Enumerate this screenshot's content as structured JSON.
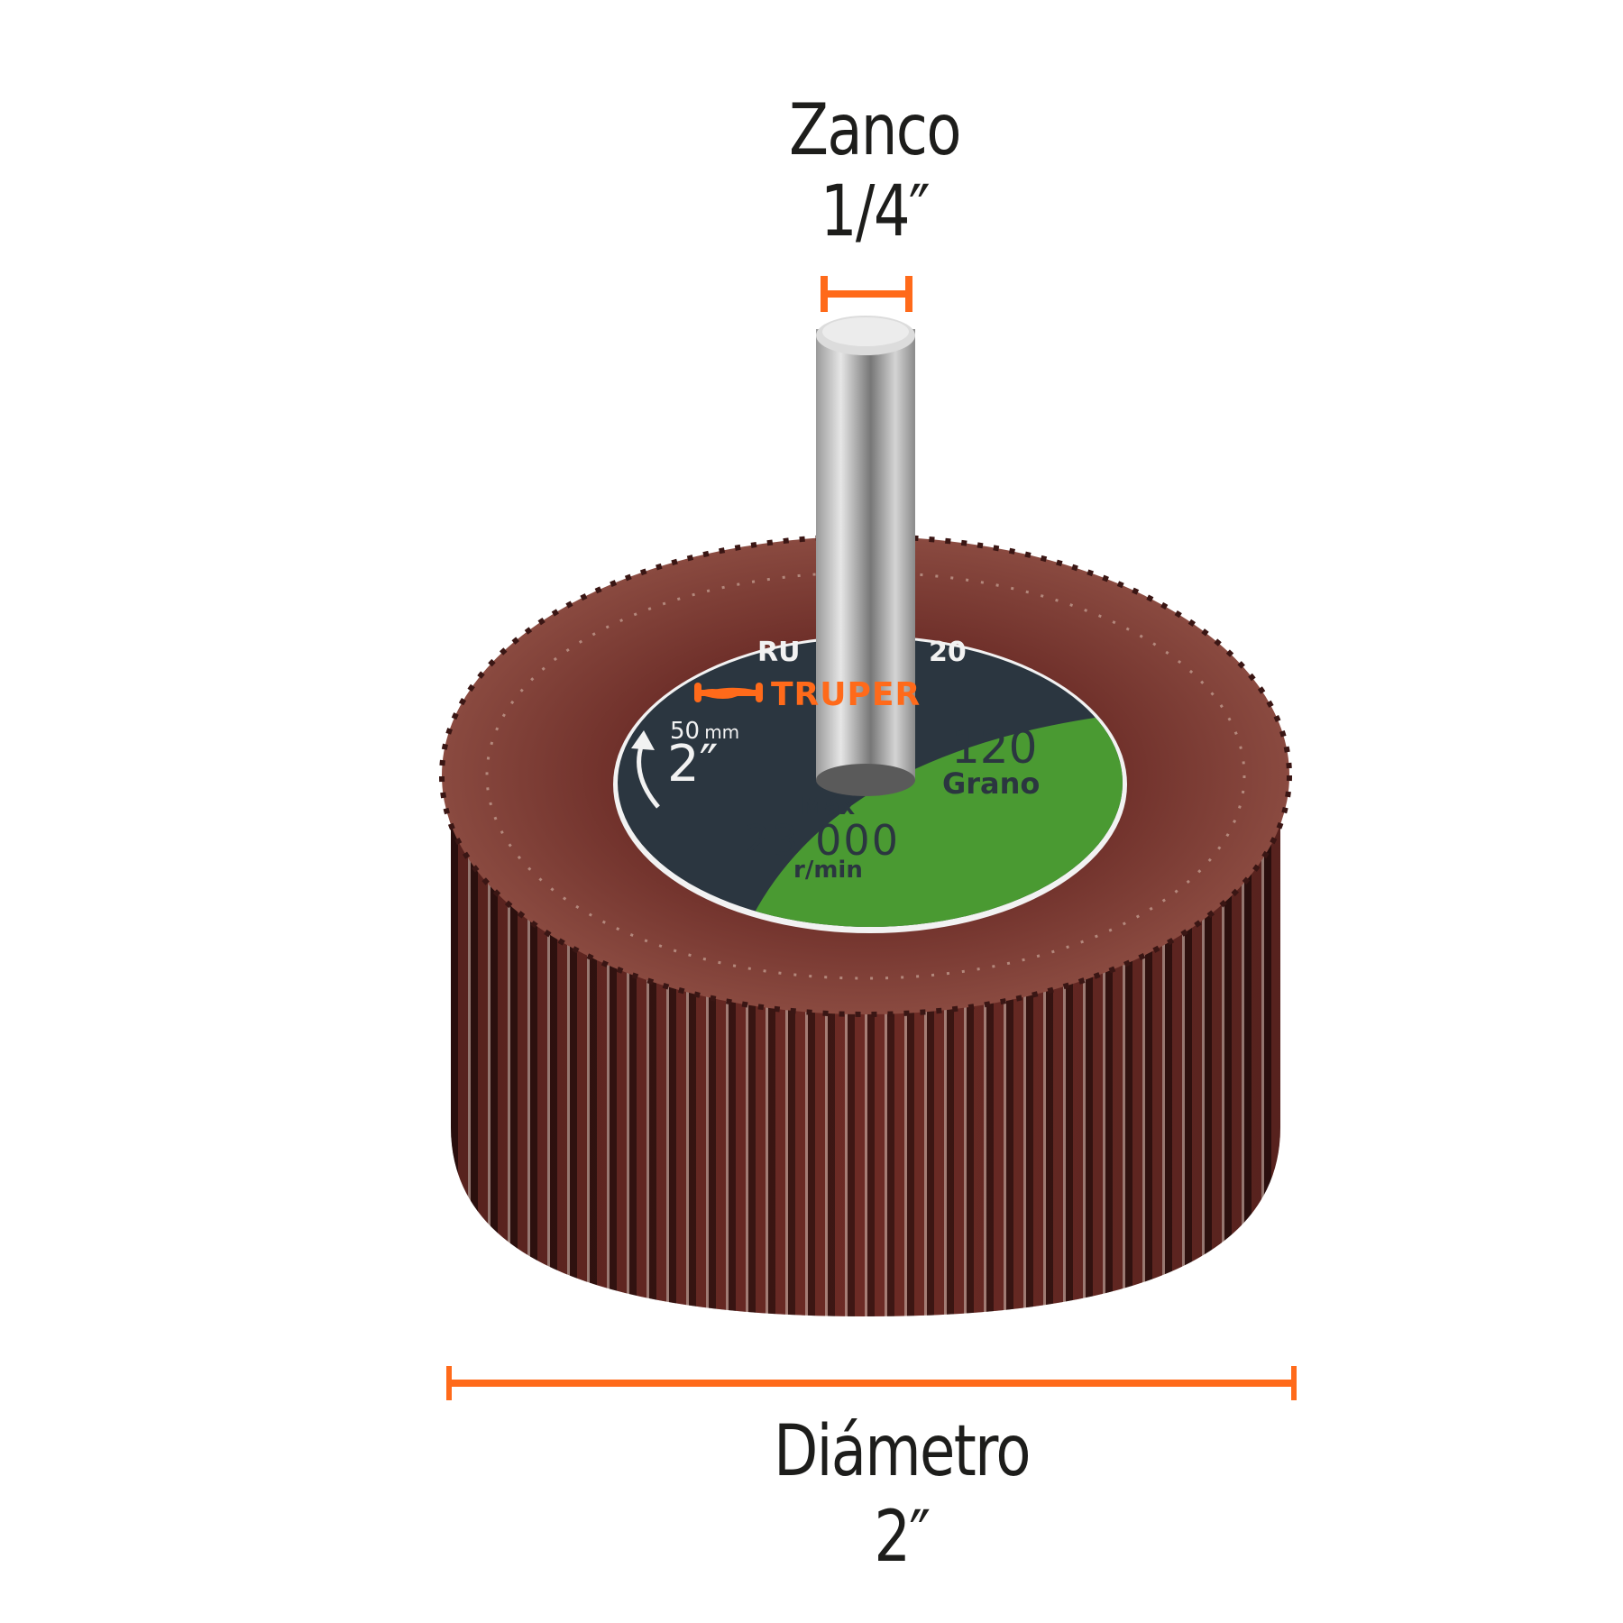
{
  "shank": {
    "title": "Zanco",
    "value": "1/4″"
  },
  "diameter": {
    "title": "Diámetro",
    "value": "2″"
  },
  "label_disc": {
    "model_left": "RU",
    "model_right": "20",
    "brand": "TRUPER",
    "size_mm": "50",
    "size_mm_unit": "mm",
    "size_in": "2″",
    "grit_number": "120",
    "grit_label": "Grano",
    "max_label": "Máx",
    "max_speed": "23 000",
    "speed_unit": "r/min",
    "rotation_icon": "rotation-arrow-icon"
  },
  "colors": {
    "accent_orange": "#ff6a1a",
    "disc_dark": "#2b3640",
    "disc_green": "#4a9a32",
    "flap_brown": "#5a2220",
    "text_dark": "#1d1d1b",
    "shank_silver": "#c8c8c8"
  }
}
